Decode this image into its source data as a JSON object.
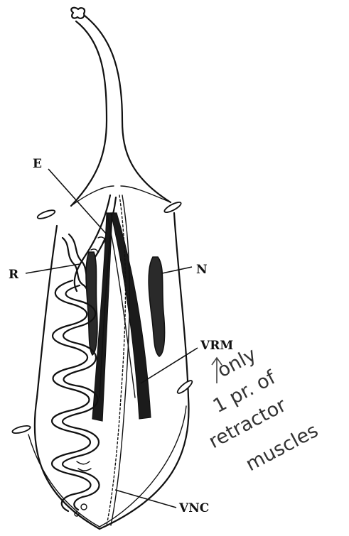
{
  "labels": {
    "e": "E",
    "r": "R",
    "n": "N",
    "vrm": "VRM",
    "vnc": "VNC"
  },
  "annotation": {
    "lines": [
      "only",
      "1 pr. of",
      "retractor",
      "muscles"
    ]
  }
}
